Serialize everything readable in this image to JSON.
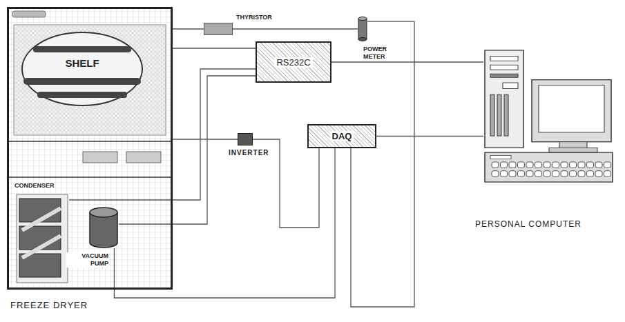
{
  "diagram": {
    "nodes": [
      {
        "text": [
          "FREEZE DRYER"
        ]
      },
      {
        "text": [
          "SHELF"
        ],
        "in": 0
      },
      {
        "text": [
          "CONDENSER"
        ],
        "in": 0
      },
      {
        "text": [
          "VACUUM PUMP"
        ],
        "in": 0
      },
      {
        "text": [
          "THYRISTOR"
        ]
      },
      {
        "text": [
          "POWER METER"
        ]
      },
      {
        "text": [
          "RS232C"
        ]
      },
      {
        "text": [
          "INVERTER"
        ]
      },
      {
        "text": [
          "DAQ"
        ]
      },
      {
        "text": [
          "PERSONAL COMPUTER"
        ]
      }
    ],
    "edges": [
      {
        "from": 0,
        "to": 4,
        "arrow": "none"
      },
      {
        "from": 4,
        "to": 5,
        "arrow": "none"
      },
      {
        "from": 0,
        "to": 6,
        "arrow": "none"
      },
      {
        "from": 2,
        "to": 6,
        "arrow": "none"
      },
      {
        "from": 3,
        "to": 6,
        "arrow": "none"
      },
      {
        "from": 6,
        "to": 9,
        "arrow": "none"
      },
      {
        "from": 0,
        "to": 7,
        "arrow": "none"
      },
      {
        "from": 7,
        "to": 8,
        "arrow": "none"
      },
      {
        "from": 3,
        "to": 8,
        "arrow": "none"
      },
      {
        "from": 5,
        "to": 8,
        "arrow": "none"
      },
      {
        "from": 8,
        "to": 9,
        "arrow": "none"
      }
    ]
  }
}
